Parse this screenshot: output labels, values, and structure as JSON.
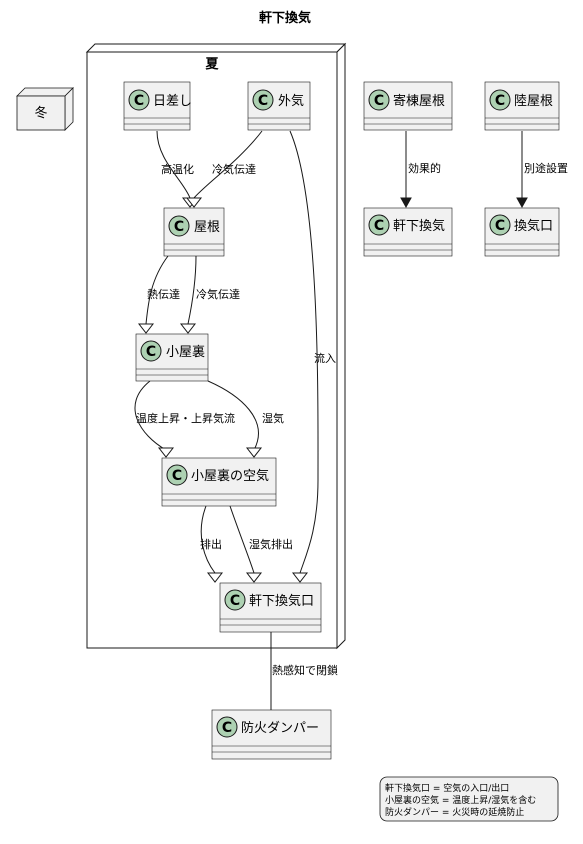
{
  "title": "軒下換気",
  "packages": {
    "summer": "夏",
    "winter": "冬"
  },
  "classes": {
    "sun": "日差し",
    "outside_air": "外気",
    "roof": "屋根",
    "attic": "小屋裏",
    "attic_air": "小屋裏の空気",
    "eave_vent": "軒下換気口",
    "hip_roof": "寄棟屋根",
    "eave_ventilation": "軒下換気",
    "flat_roof": "陸屋根",
    "vent": "換気口",
    "fire_damper": "防火ダンパー"
  },
  "badge_letter": "C",
  "edges": {
    "sun_roof": "高温化",
    "air_roof": "冷気伝達",
    "air_vent": "流入",
    "roof_attic_heat": "熱伝達",
    "roof_attic_cold": "冷気伝達",
    "attic_air_temp": "温度上昇・上昇気流",
    "attic_air_humid": "湿気",
    "air_vent_out": "排出",
    "air_vent_humid": "湿気排出",
    "vent_damper": "熱感知で閉鎖",
    "hip_eave": "効果的",
    "flat_vent": "別途設置"
  },
  "legend": [
    "軒下換気口 = 空気の入口/出口",
    "小屋裏の空気 = 温度上昇/湿気を含む",
    "防火ダンパー = 火災時の延焼防止"
  ]
}
